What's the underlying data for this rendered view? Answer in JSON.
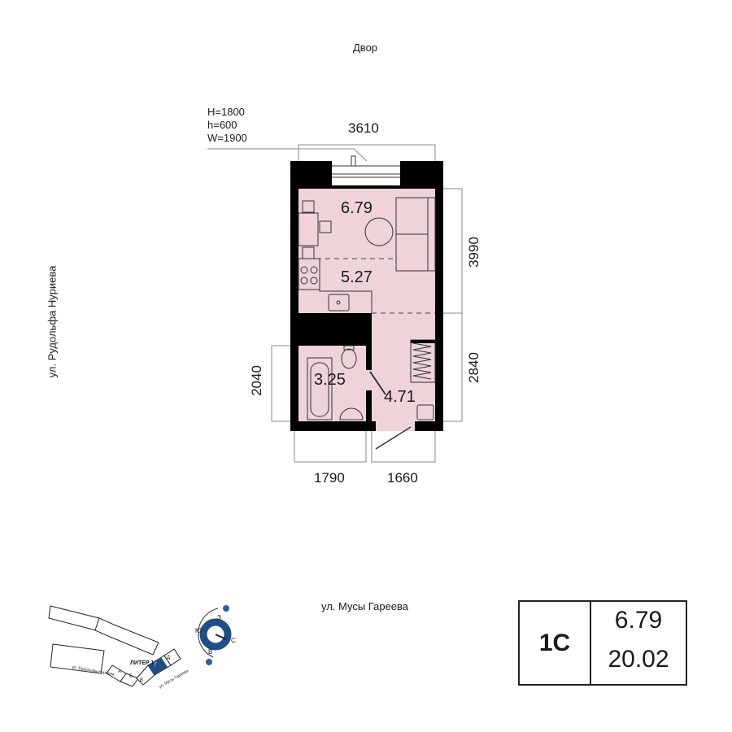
{
  "labels": {
    "yard": "Двор",
    "street_left": "ул. Рудольфа Нуриева",
    "street_bottom": "ул. Мусы Гареева"
  },
  "window_spec": {
    "H": "H=1800",
    "h": "h=600",
    "W": "W=1900"
  },
  "dimensions": {
    "top": "3610",
    "right_upper": "3990",
    "right_lower": "2840",
    "left": "2040",
    "bottom_left": "1790",
    "bottom_right": "1660"
  },
  "rooms": {
    "living": "6.79",
    "kitchen": "5.27",
    "bathroom": "3.25",
    "hall": "4.71"
  },
  "info": {
    "type": "1С",
    "living_area": "6.79",
    "total_area": "20.02"
  },
  "minimap": {
    "liter": "ЛИТЕР 1",
    "sections": [
      "А",
      "Б",
      "В",
      "Г",
      "Д"
    ],
    "street_a": "ул. Рудольфа Нуриева",
    "street_b": "ул. Мусы Гареева",
    "highlight_color": "#1f4e86",
    "compass": {
      "north": "З",
      "south": "Ю",
      "east": "С",
      "west": "В"
    }
  },
  "colors": {
    "room_fill": "#efd3d8",
    "wall": "#000000",
    "accent": "#1f4e86"
  }
}
